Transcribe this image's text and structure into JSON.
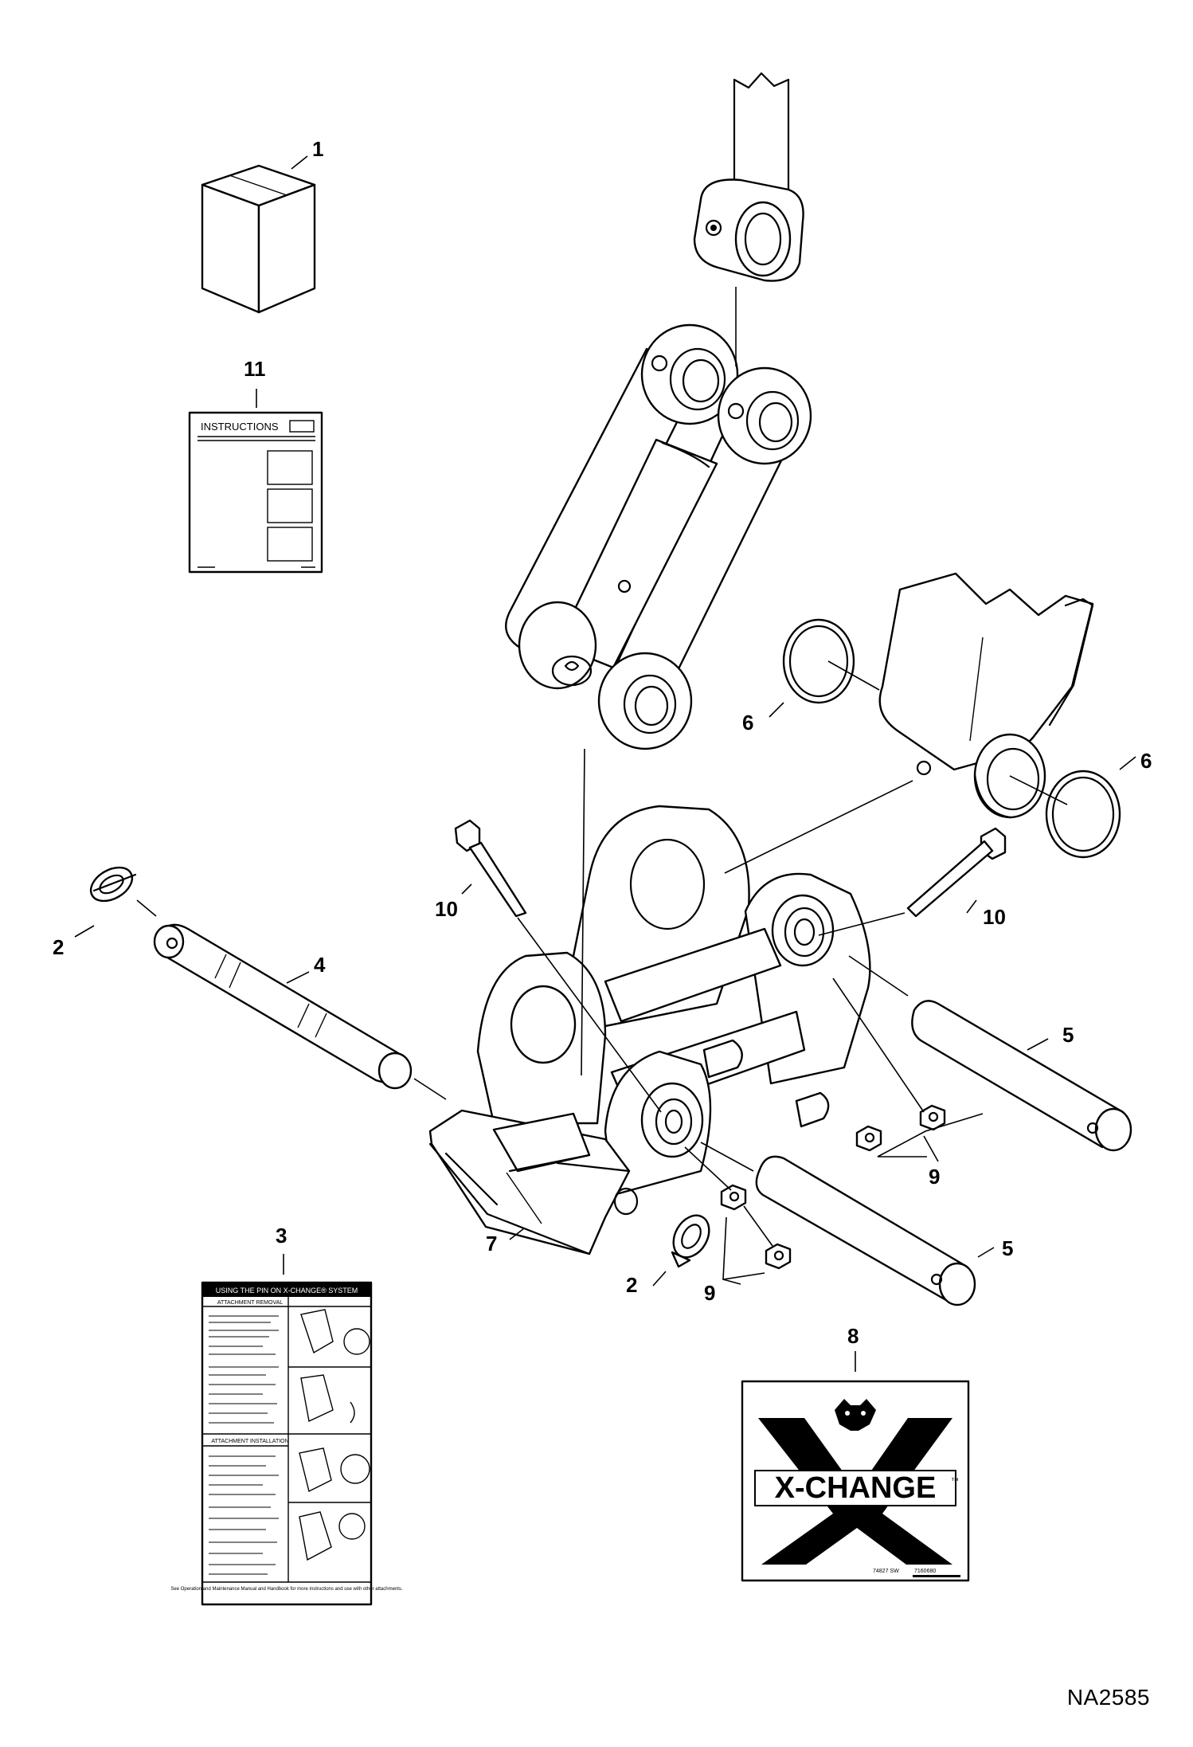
{
  "callouts": {
    "c1": "1",
    "c11": "11",
    "c2_left": "2",
    "c4": "4",
    "c10_left": "10",
    "c10_right": "10",
    "c6_left": "6",
    "c6_right": "6",
    "c5_upper": "5",
    "c5_lower": "5",
    "c9_upper": "9",
    "c9_lower": "9",
    "c7": "7",
    "c2_lower": "2",
    "c3": "3",
    "c8": "8"
  },
  "instructions_card": {
    "heading": "INSTRUCTIONS"
  },
  "decal_3": {
    "title": "USING THE PIN ON X-CHANGE® SYSTEM",
    "removal_heading": "ATTACHMENT REMOVAL",
    "installation_heading": "ATTACHMENT INSTALLATION",
    "footer": "See Operation and Maintenance Manual and Handbook for more instructions and use with other attachments."
  },
  "decal_8": {
    "logo_text": "X-CHANGE",
    "trademark": "™",
    "code_left": "74827 SW",
    "code_right": "7160680"
  },
  "document_number": "NA2585"
}
